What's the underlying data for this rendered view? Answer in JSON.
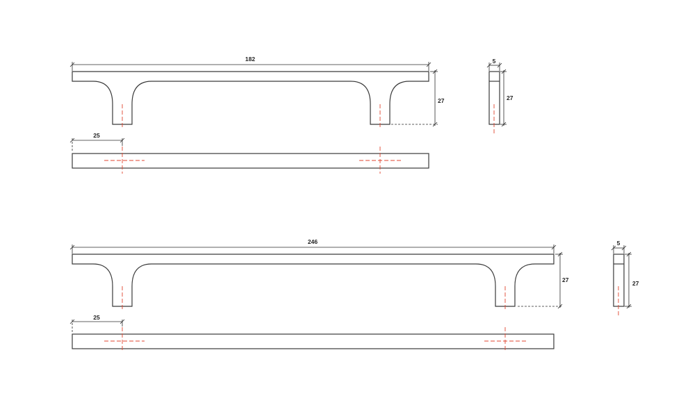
{
  "handles": [
    {
      "length": "182",
      "height": "27",
      "hole_offset": "25",
      "section_width": "5",
      "section_height": "27"
    },
    {
      "length": "246",
      "height": "27",
      "hole_offset": "25",
      "section_width": "5",
      "section_height": "27"
    }
  ],
  "colors": {
    "outline": "#3a3a3a",
    "dimension": "#2b2b2b",
    "centerline": "#e0452f"
  }
}
